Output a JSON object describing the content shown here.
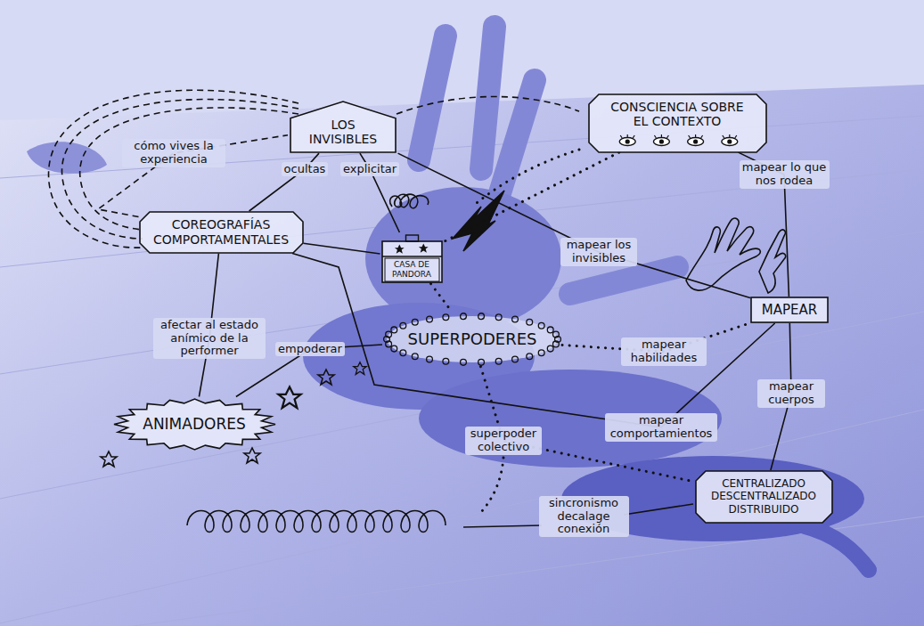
{
  "diagram": {
    "nodes": [
      {
        "text": [
          "LOS INVISIBLES"
        ]
      },
      {
        "text": [
          "CONSCIENCIA SOBRE EL CONTEXTO"
        ]
      },
      {
        "text": [
          "COREOGRAFÍAS COMPORTAMENTALES"
        ]
      },
      {
        "text": [
          "CASA DE PANDORA"
        ]
      },
      {
        "text": [
          "MAPEAR"
        ]
      },
      {
        "text": [
          "SUPERPODERES"
        ]
      },
      {
        "text": [
          "ANIMADORES"
        ]
      },
      {
        "text": [
          "CENTRALIZADO DESCENTRALIZADO DISTRIBUIDO"
        ]
      }
    ],
    "edges": [
      {
        "from": 0,
        "to": 2,
        "label": "ocultas",
        "arrow": "none"
      },
      {
        "from": 0,
        "to": 3,
        "label": "explicitar",
        "arrow": "none"
      },
      {
        "from": 2,
        "to": 0,
        "label": "cómo vives la experiencia",
        "arrow": "none"
      },
      {
        "from": 2,
        "to": 3,
        "arrow": "none"
      },
      {
        "from": 0,
        "to": 4,
        "label": "mapear los invisibles",
        "arrow": "none"
      },
      {
        "from": 1,
        "to": 4,
        "label": "mapear lo que nos rodea",
        "arrow": "none"
      },
      {
        "from": 1,
        "to": 3,
        "arrow": "none"
      },
      {
        "from": 3,
        "to": 5,
        "arrow": "none"
      },
      {
        "from": 5,
        "to": 4,
        "label": "mapear habilidades",
        "arrow": "none"
      },
      {
        "from": 2,
        "to": 4,
        "label": "mapear comportamientos",
        "arrow": "none"
      },
      {
        "from": 4,
        "to": 7,
        "label": "mapear cuerpos",
        "arrow": "none"
      },
      {
        "from": 2,
        "to": 6,
        "label": "afectar al estado anímico de la performer",
        "arrow": "none"
      },
      {
        "from": 5,
        "to": 6,
        "label": "empoderar",
        "arrow": "none"
      },
      {
        "from": 5,
        "to": 7,
        "label": "superpoder colectivo",
        "arrow": "none"
      }
    ],
    "labels": [
      "sincronismo decalage conexión"
    ]
  }
}
